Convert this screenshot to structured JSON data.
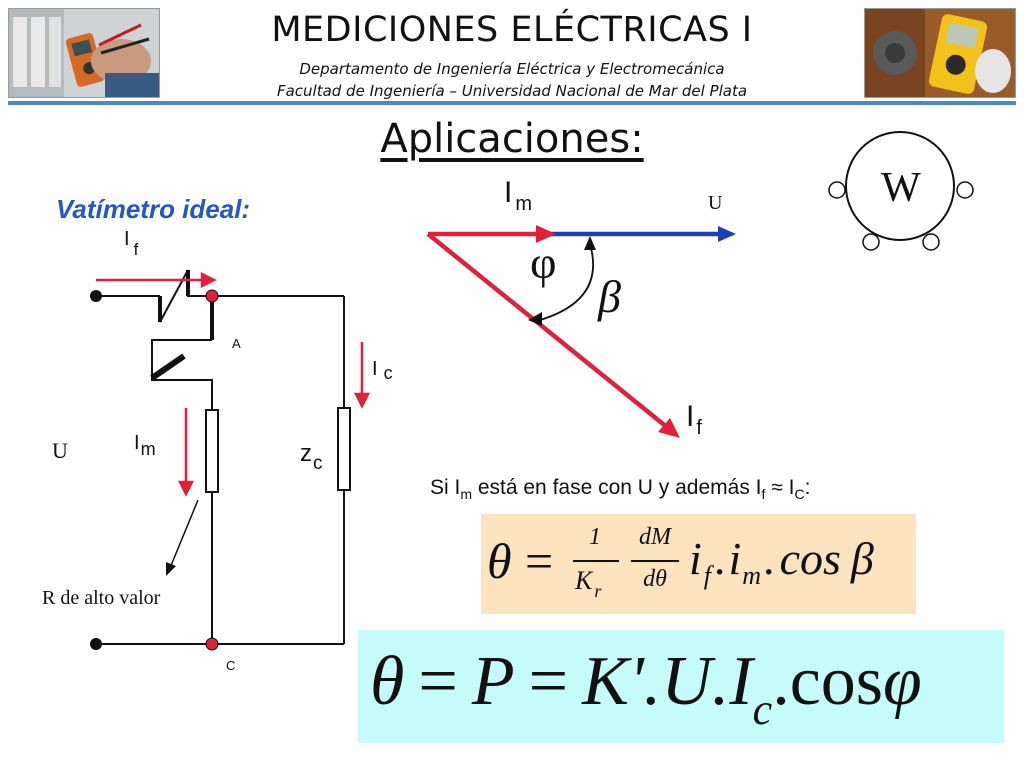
{
  "header": {
    "title": "MEDICIONES ELÉCTRICAS I",
    "subtitle_1": "Departamento de Ingeniería Eléctrica y Electromecánica",
    "subtitle_2": "Facultad de Ingeniería – Universidad Nacional de Mar del Plata"
  },
  "section": {
    "title": "Aplicaciones:",
    "subtitle": "Vatímetro ideal:"
  },
  "circuit": {
    "if_main": "I",
    "if_sub": "f",
    "node_a": "A",
    "node_c": "C",
    "ic_main": "I",
    "ic_sub": "c",
    "u": "U",
    "im_main": "I",
    "im_sub": "m",
    "zc_main": "z",
    "zc_sub": "c",
    "r_label": "R de alto valor"
  },
  "phasor": {
    "im_main": "I",
    "im_sub": "m",
    "u": "U",
    "phi": "φ",
    "beta": "β",
    "if_main": "I",
    "if_sub": "f"
  },
  "wattmeter_symbol": {
    "letter": "W"
  },
  "condition": {
    "p1": "Si I",
    "s1": "m",
    "p2": " está en fase con U y además I",
    "s2": "f",
    "p3": " ≈ I",
    "s3": "C",
    "p4": ":"
  },
  "formula_1": {
    "theta": "θ",
    "eq": "=",
    "num1": "1",
    "den1_main": "K",
    "den1_sub": "r",
    "num2": "dM",
    "den2": "dθ",
    "t1": "i",
    "t1_sub": "f",
    "dot1": ".",
    "t2": "i",
    "t2_sub": "m",
    "dot2": ".",
    "t3": "cos",
    "beta": "β"
  },
  "formula_2": {
    "theta": "θ",
    "eq1": "=",
    "p": "P",
    "eq2": "=",
    "k": "K'",
    "dot1": ".",
    "u": "U",
    "dot2": ".",
    "i": "I",
    "i_sub": "c",
    "dot3": ".",
    "cos": "cos",
    "phi": "φ"
  },
  "colors": {
    "accent_blue": "#2456c8",
    "rule_blue": "#4f86c6",
    "arrow_red": "#e0203c",
    "arrow_blue": "#1c3fb5",
    "formula_1_bg": "#fce3c0",
    "formula_2_bg": "#c5fcfb"
  }
}
